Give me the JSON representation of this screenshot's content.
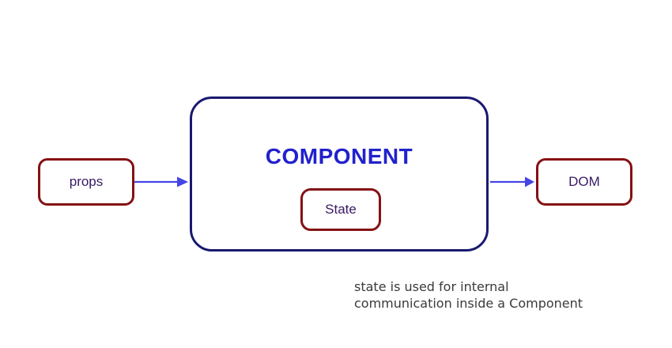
{
  "diagram": {
    "nodes": {
      "props": {
        "label": "props"
      },
      "component": {
        "label": "COMPONENT"
      },
      "state": {
        "label": "State"
      },
      "dom": {
        "label": "DOM"
      }
    },
    "edges": [
      {
        "from": "props",
        "to": "component"
      },
      {
        "from": "component",
        "to": "dom"
      }
    ],
    "caption": {
      "line1": "state is used for internal",
      "line2": "communication inside a Component"
    },
    "colors": {
      "node_border_red": "#841114",
      "component_border_navy": "#191970",
      "component_label_blue": "#2121cd",
      "node_label_purple": "#381a62",
      "arrow_blue": "#4545e5",
      "caption_gray": "#3a3a3a",
      "background": "#ffffff"
    }
  }
}
